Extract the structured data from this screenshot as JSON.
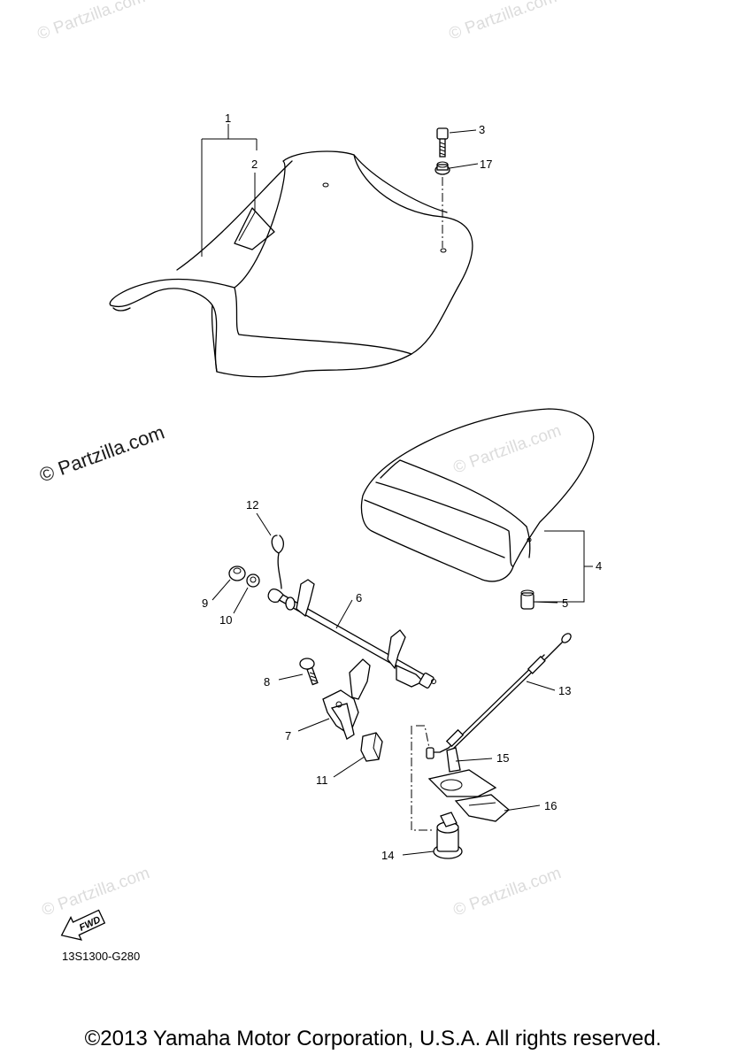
{
  "watermarks": [
    "© Partzilla.com",
    "© Partzilla.com",
    "© Partzilla.com",
    "© Partzilla.com",
    "© Partzilla.com",
    "© Partzilla.com"
  ],
  "main_watermark": "© Partzilla.com",
  "callouts": {
    "c1": "1",
    "c2": "2",
    "c3": "3",
    "c4": "4",
    "c5": "5",
    "c6": "6",
    "c7": "7",
    "c8": "8",
    "c9": "9",
    "c10": "10",
    "c11": "11",
    "c12": "12",
    "c13": "13",
    "c14": "14",
    "c15": "15",
    "c16": "16",
    "c17": "17"
  },
  "fwd_label": "FWD",
  "diagram_code": "13S1300-G280",
  "copyright": "©2013 Yamaha Motor Corporation, U.S.A. All rights reserved."
}
